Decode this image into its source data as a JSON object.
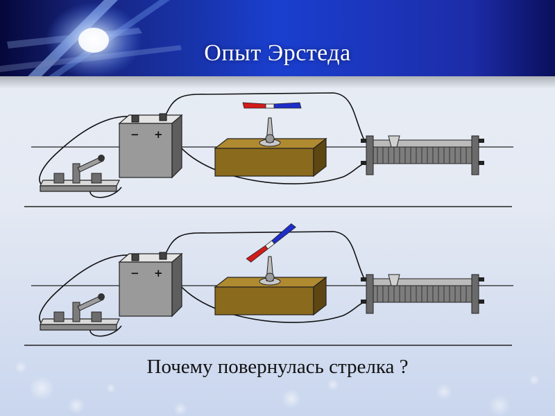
{
  "slide": {
    "title": "Опыт Эрстеда",
    "question": "Почему повернулась стрелка ?"
  },
  "battery": {
    "minus_sign": "−",
    "plus_sign": "+"
  },
  "colors": {
    "header_dark": "#05073a",
    "header_blue": "#1a3fcf",
    "slide_background": "#e2e8f3",
    "conductor_block": "#8a6a1c",
    "needle_north": "#d21b1b",
    "needle_south": "#1e2ec8",
    "battery_metal": "#9a9a9a",
    "wire": "#111111"
  },
  "experiments": [
    {
      "label": "needle-at-rest",
      "needle_rotation_deg": 0
    },
    {
      "label": "needle-deflected",
      "needle_rotation_deg": -38
    }
  ]
}
